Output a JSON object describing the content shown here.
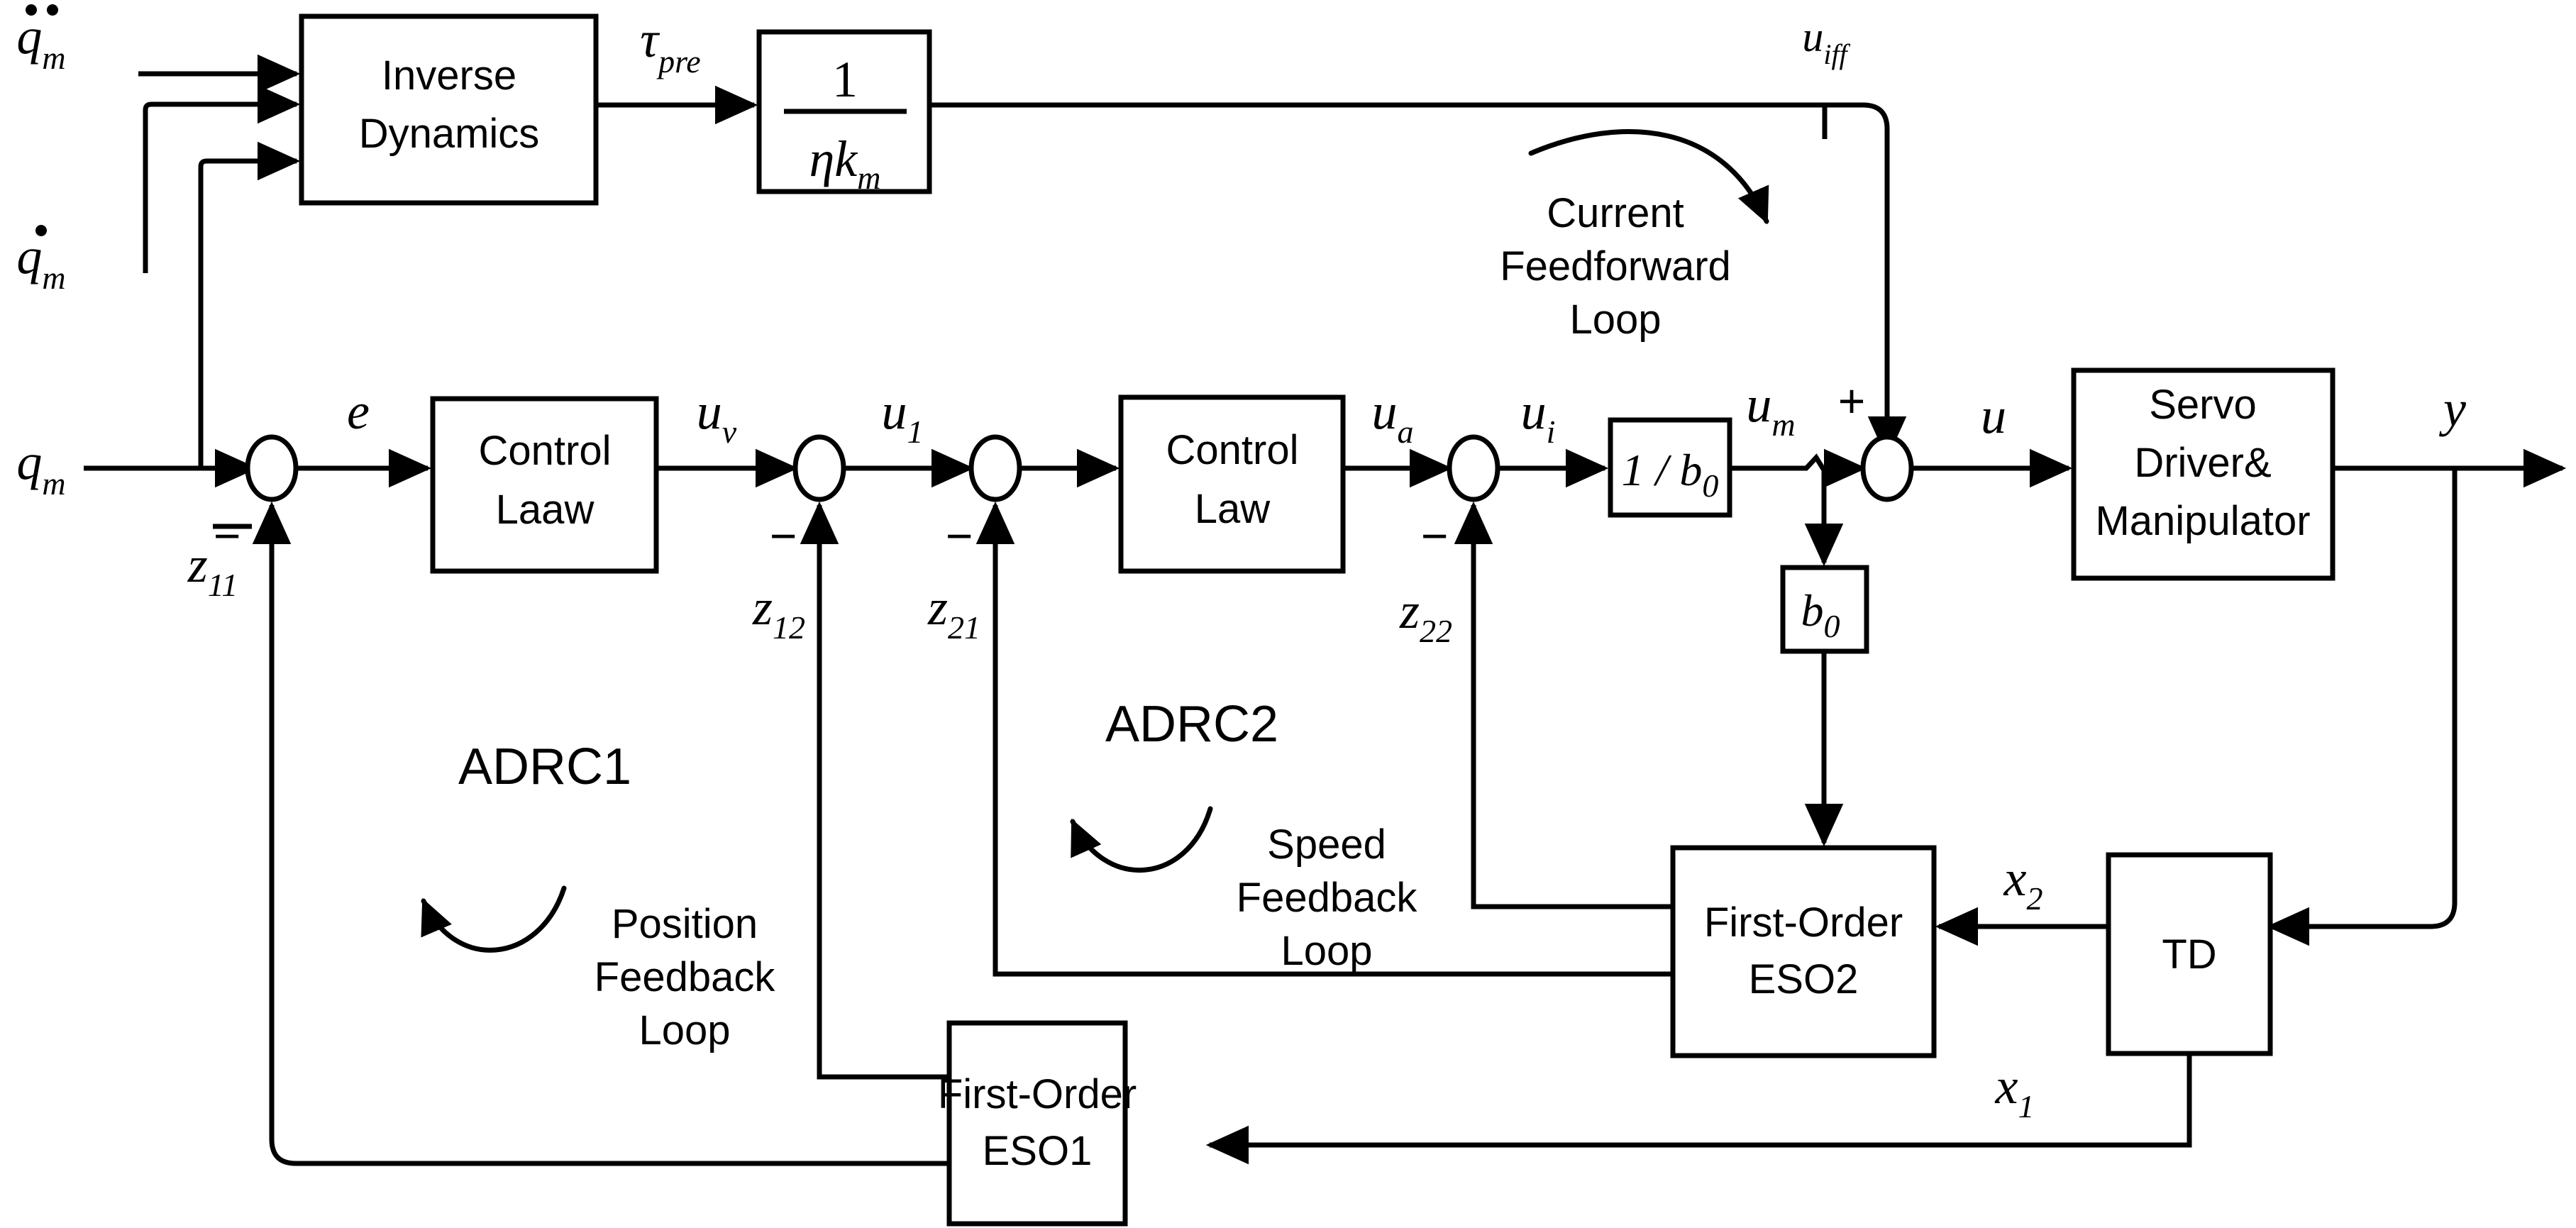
{
  "diagram": {
    "title": "ADRC cascade control block diagram with current feedforward",
    "blocks": {
      "inverse_dynamics": {
        "line1": "Inverse",
        "line2": "Dynamics"
      },
      "gain_inv_eta_km": {
        "numerator": "1",
        "denominator_eta": "η",
        "denominator_k": "k",
        "denominator_sub": "m"
      },
      "control_law1": {
        "line1": "Control",
        "line2": "Laaw"
      },
      "control_law2": {
        "line1": "Control",
        "line2": "Law"
      },
      "inv_b0": {
        "label": "1 / b",
        "sub": "0"
      },
      "b0": {
        "label": "b",
        "sub": "0"
      },
      "servo": {
        "line1": "Servo",
        "line2": "Driver&",
        "line3": "Manipulator"
      },
      "eso2": {
        "line1": "First-Order",
        "line2": "ESO2"
      },
      "eso1": {
        "line1": "First-Order",
        "line2": "ESO1"
      },
      "td": {
        "label": "TD"
      }
    },
    "signals": {
      "q_ddot_m": {
        "base": "q",
        "sub": "m",
        "accent": "double-dot"
      },
      "q_dot_m": {
        "base": "q",
        "sub": "m",
        "accent": "single-dot"
      },
      "q_m": {
        "base": "q",
        "sub": "m",
        "accent": "none"
      },
      "tau_pre": {
        "base": "τ",
        "sub": "pre"
      },
      "e": {
        "base": "e",
        "sub": ""
      },
      "u_v": {
        "base": "u",
        "sub": "v"
      },
      "u_1": {
        "base": "u",
        "sub": "1"
      },
      "u_a": {
        "base": "u",
        "sub": "a"
      },
      "u_i": {
        "base": "u",
        "sub": "i"
      },
      "u_m": {
        "base": "u",
        "sub": "m"
      },
      "u": {
        "base": "u",
        "sub": ""
      },
      "u_iff": {
        "base": "u",
        "sub": "iff"
      },
      "y": {
        "base": "y",
        "sub": ""
      },
      "z_11": {
        "base": "z",
        "sub": "11"
      },
      "z_12": {
        "base": "z",
        "sub": "12"
      },
      "z_21": {
        "base": "z",
        "sub": "21"
      },
      "z_22": {
        "base": "z",
        "sub": "22"
      },
      "x_1": {
        "base": "x",
        "sub": "1"
      },
      "x_2": {
        "base": "x",
        "sub": "2"
      }
    },
    "annotations": {
      "adrc1": "ADRC1",
      "adrc2": "ADRC2",
      "current_feedforward_loop": {
        "l1": "Current",
        "l2": "Feedforward",
        "l3": "Loop"
      },
      "position_feedback_loop": {
        "l1": "Position",
        "l2": "Feedback",
        "l3": "Loop"
      },
      "speed_feedback_loop": {
        "l1": "Speed",
        "l2": "Feedback",
        "l3": "Loop"
      }
    },
    "signs": {
      "minus_e": "−",
      "minus_u1a": "−",
      "minus_u1b": "−",
      "minus_ui": "−",
      "plus_u": "+"
    },
    "colors": {
      "stroke": "#000000",
      "background": "#ffffff"
    }
  }
}
